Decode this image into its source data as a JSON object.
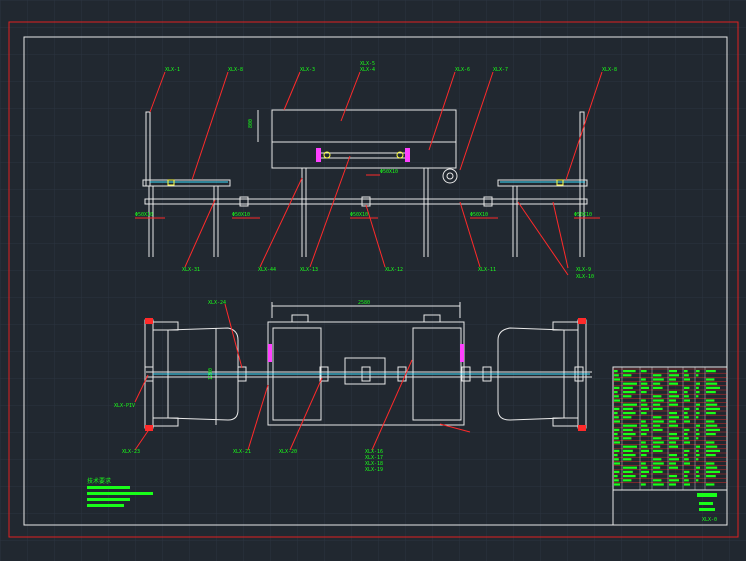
{
  "colors": {
    "background": "#212830",
    "grid": "#2c3440",
    "frame": "#e02020",
    "geometry": "#e8e8e8",
    "label": "#19ff19",
    "leader": "#ff2a2a",
    "accent_cyan": "#40e0ff",
    "accent_magenta": "#ff40ff",
    "accent_yellow": "#ffff40"
  },
  "elevation_view": {
    "top_labels": [
      "XLX-1",
      "XLX-8",
      "XLX-3",
      "XLX-5",
      "XLX-4",
      "XLX-6",
      "XLX-7",
      "XLX-8"
    ],
    "bottom_labels": [
      "XLX-31",
      "XLX-44",
      "XLX-13",
      "XLX-12",
      "XLX-11",
      "XLX-9",
      "XLX-10"
    ],
    "dimensions": [
      "Φ50X10",
      "Φ50X10",
      "Φ50X10",
      "Φ50X10",
      "Φ50X10",
      "Φ50X10"
    ],
    "height_dim": "800"
  },
  "plan_view": {
    "labels": [
      "XLX-24",
      "XLX-PIV",
      "XLX-23",
      "XLX-21",
      "XLX-20",
      "XLX-16",
      "XLX-17",
      "XLX-18",
      "XLX-19"
    ],
    "length_dim": "2580",
    "width_dim": "1200"
  },
  "notes": {
    "title": "技术要求"
  },
  "title_block": {
    "sheet_no": "XLX-0"
  }
}
